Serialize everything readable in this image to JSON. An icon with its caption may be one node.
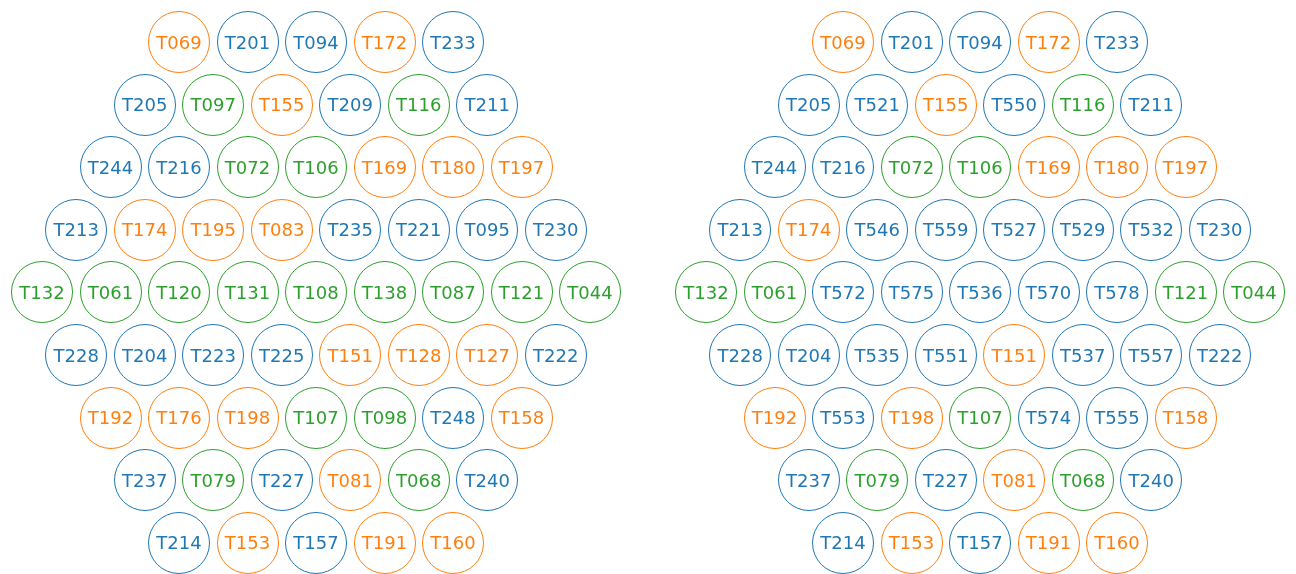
{
  "diagram": {
    "nodes": [
      {
        "text": [
          "T069"
        ]
      },
      {
        "text": [
          "T201"
        ]
      },
      {
        "text": [
          "T094"
        ]
      },
      {
        "text": [
          "T172"
        ]
      },
      {
        "text": [
          "T233"
        ]
      },
      {
        "text": [
          "T205"
        ]
      },
      {
        "text": [
          "T097"
        ]
      },
      {
        "text": [
          "T155"
        ]
      },
      {
        "text": [
          "T209"
        ]
      },
      {
        "text": [
          "T116"
        ]
      },
      {
        "text": [
          "T211"
        ]
      },
      {
        "text": [
          "T244"
        ]
      },
      {
        "text": [
          "T216"
        ]
      },
      {
        "text": [
          "T072"
        ]
      },
      {
        "text": [
          "T106"
        ]
      },
      {
        "text": [
          "T169"
        ]
      },
      {
        "text": [
          "T180"
        ]
      },
      {
        "text": [
          "T197"
        ]
      },
      {
        "text": [
          "T213"
        ]
      },
      {
        "text": [
          "T174"
        ]
      },
      {
        "text": [
          "T195"
        ]
      },
      {
        "text": [
          "T083"
        ]
      },
      {
        "text": [
          "T235"
        ]
      },
      {
        "text": [
          "T221"
        ]
      },
      {
        "text": [
          "T095"
        ]
      },
      {
        "text": [
          "T230"
        ]
      },
      {
        "text": [
          "T132"
        ]
      },
      {
        "text": [
          "T061"
        ]
      },
      {
        "text": [
          "T120"
        ]
      },
      {
        "text": [
          "T131"
        ]
      },
      {
        "text": [
          "T108"
        ]
      },
      {
        "text": [
          "T138"
        ]
      },
      {
        "text": [
          "T087"
        ]
      },
      {
        "text": [
          "T121"
        ]
      },
      {
        "text": [
          "T044"
        ]
      },
      {
        "text": [
          "T228"
        ]
      },
      {
        "text": [
          "T204"
        ]
      },
      {
        "text": [
          "T223"
        ]
      },
      {
        "text": [
          "T225"
        ]
      },
      {
        "text": [
          "T151"
        ]
      },
      {
        "text": [
          "T128"
        ]
      },
      {
        "text": [
          "T127"
        ]
      },
      {
        "text": [
          "T222"
        ]
      },
      {
        "text": [
          "T192"
        ]
      },
      {
        "text": [
          "T176"
        ]
      },
      {
        "text": [
          "T198"
        ]
      },
      {
        "text": [
          "T107"
        ]
      },
      {
        "text": [
          "T098"
        ]
      },
      {
        "text": [
          "T248"
        ]
      },
      {
        "text": [
          "T158"
        ]
      },
      {
        "text": [
          "T237"
        ]
      },
      {
        "text": [
          "T079"
        ]
      },
      {
        "text": [
          "T227"
        ]
      },
      {
        "text": [
          "T081"
        ]
      },
      {
        "text": [
          "T068"
        ]
      },
      {
        "text": [
          "T240"
        ]
      },
      {
        "text": [
          "T214"
        ]
      },
      {
        "text": [
          "T153"
        ]
      },
      {
        "text": [
          "T157"
        ]
      },
      {
        "text": [
          "T191"
        ]
      },
      {
        "text": [
          "T160"
        ]
      },
      {
        "text": [
          "T069"
        ]
      },
      {
        "text": [
          "T201"
        ]
      },
      {
        "text": [
          "T094"
        ]
      },
      {
        "text": [
          "T172"
        ]
      },
      {
        "text": [
          "T233"
        ]
      },
      {
        "text": [
          "T205"
        ]
      },
      {
        "text": [
          "T521"
        ]
      },
      {
        "text": [
          "T155"
        ]
      },
      {
        "text": [
          "T550"
        ]
      },
      {
        "text": [
          "T116"
        ]
      },
      {
        "text": [
          "T211"
        ]
      },
      {
        "text": [
          "T244"
        ]
      },
      {
        "text": [
          "T216"
        ]
      },
      {
        "text": [
          "T072"
        ]
      },
      {
        "text": [
          "T106"
        ]
      },
      {
        "text": [
          "T169"
        ]
      },
      {
        "text": [
          "T180"
        ]
      },
      {
        "text": [
          "T197"
        ]
      },
      {
        "text": [
          "T213"
        ]
      },
      {
        "text": [
          "T174"
        ]
      },
      {
        "text": [
          "T546"
        ]
      },
      {
        "text": [
          "T559"
        ]
      },
      {
        "text": [
          "T527"
        ]
      },
      {
        "text": [
          "T529"
        ]
      },
      {
        "text": [
          "T532"
        ]
      },
      {
        "text": [
          "T230"
        ]
      },
      {
        "text": [
          "T132"
        ]
      },
      {
        "text": [
          "T061"
        ]
      },
      {
        "text": [
          "T572"
        ]
      },
      {
        "text": [
          "T575"
        ]
      },
      {
        "text": [
          "T536"
        ]
      },
      {
        "text": [
          "T570"
        ]
      },
      {
        "text": [
          "T578"
        ]
      },
      {
        "text": [
          "T121"
        ]
      },
      {
        "text": [
          "T044"
        ]
      },
      {
        "text": [
          "T228"
        ]
      },
      {
        "text": [
          "T204"
        ]
      },
      {
        "text": [
          "T535"
        ]
      },
      {
        "text": [
          "T551"
        ]
      },
      {
        "text": [
          "T151"
        ]
      },
      {
        "text": [
          "T537"
        ]
      },
      {
        "text": [
          "T557"
        ]
      },
      {
        "text": [
          "T222"
        ]
      },
      {
        "text": [
          "T192"
        ]
      },
      {
        "text": [
          "T553"
        ]
      },
      {
        "text": [
          "T198"
        ]
      },
      {
        "text": [
          "T107"
        ]
      },
      {
        "text": [
          "T574"
        ]
      },
      {
        "text": [
          "T555"
        ]
      },
      {
        "text": [
          "T158"
        ]
      },
      {
        "text": [
          "T237"
        ]
      },
      {
        "text": [
          "T079"
        ]
      },
      {
        "text": [
          "T227"
        ]
      },
      {
        "text": [
          "T081"
        ]
      },
      {
        "text": [
          "T068"
        ]
      },
      {
        "text": [
          "T240"
        ]
      },
      {
        "text": [
          "T214"
        ]
      },
      {
        "text": [
          "T153"
        ]
      },
      {
        "text": [
          "T157"
        ]
      },
      {
        "text": [
          "T191"
        ]
      },
      {
        "text": [
          "T160"
        ]
      }
    ]
  }
}
